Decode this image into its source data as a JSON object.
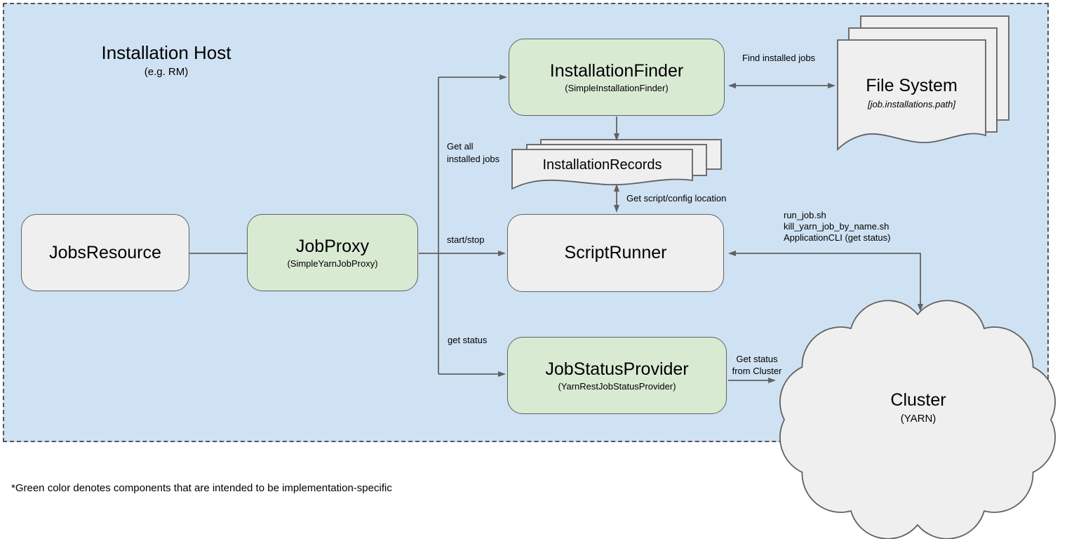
{
  "diagram": {
    "host": {
      "title": "Installation Host",
      "subtitle": "(e.g. RM)"
    },
    "nodes": {
      "jobs_resource": {
        "label": "JobsResource"
      },
      "job_proxy": {
        "label": "JobProxy",
        "sublabel": "(SimpleYarnJobProxy)"
      },
      "installation_finder": {
        "label": "InstallationFinder",
        "sublabel": "(SimpleInstallationFinder)"
      },
      "installation_records": {
        "label": "InstallationRecords"
      },
      "script_runner": {
        "label": "ScriptRunner"
      },
      "job_status_provider": {
        "label": "JobStatusProvider",
        "sublabel": "(YarnRestJobStatusProvider)"
      },
      "file_system": {
        "label": "File System",
        "sublabel": "[job.installations.path]"
      },
      "cluster": {
        "label": "Cluster",
        "sublabel": "(YARN)"
      }
    },
    "edge_labels": {
      "find_installed_jobs": "Find installed jobs",
      "get_all_line1": "Get all",
      "get_all_line2": "installed jobs",
      "start_stop": "start/stop",
      "get_status": "get status",
      "get_script_config": "Get script/config location",
      "script_line1": "run_job.sh",
      "script_line2": "kill_yarn_job_by_name.sh",
      "script_line3": "ApplicationCLI (get status)",
      "get_status_cluster_line1": "Get status",
      "get_status_cluster_line2": "from Cluster"
    },
    "footnote": "*Green color denotes components that are intended to be implementation-specific",
    "colors": {
      "host_fill": "#cfe2f3",
      "implementation_specific_fill": "#d9ead3",
      "neutral_fill": "#efefef",
      "stroke": "#616161"
    }
  }
}
